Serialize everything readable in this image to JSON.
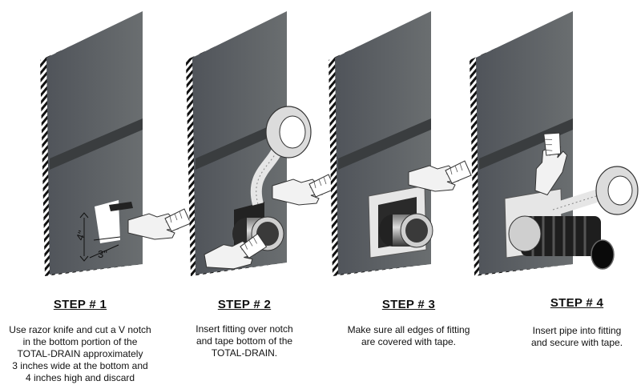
{
  "steps": [
    {
      "title": "STEP # 1",
      "lines": [
        "Use razor knife and cut a V notch",
        "in the bottom portion of the",
        "TOTAL-DRAIN  approximately",
        "3 inches wide at the bottom and",
        "4 inches high and discard"
      ]
    },
    {
      "title": "STEP # 2",
      "lines": [
        "Insert fitting over notch",
        "and tape bottom of the",
        "TOTAL-DRAIN."
      ]
    },
    {
      "title": "STEP # 3",
      "lines": [
        "Make sure all edges of fitting",
        "are covered with tape."
      ]
    },
    {
      "title": "STEP # 4",
      "lines": [
        "Insert pipe into fitting",
        "and secure with tape."
      ]
    }
  ],
  "dimension_labels": {
    "height": "4\"",
    "width": "3\""
  },
  "colors": {
    "panel": "#5a5e60",
    "panel_shadow": "#3f4244",
    "edge_dark": "#111111",
    "tape": "#e6e6e6",
    "pipe": "#2a2a2a"
  }
}
